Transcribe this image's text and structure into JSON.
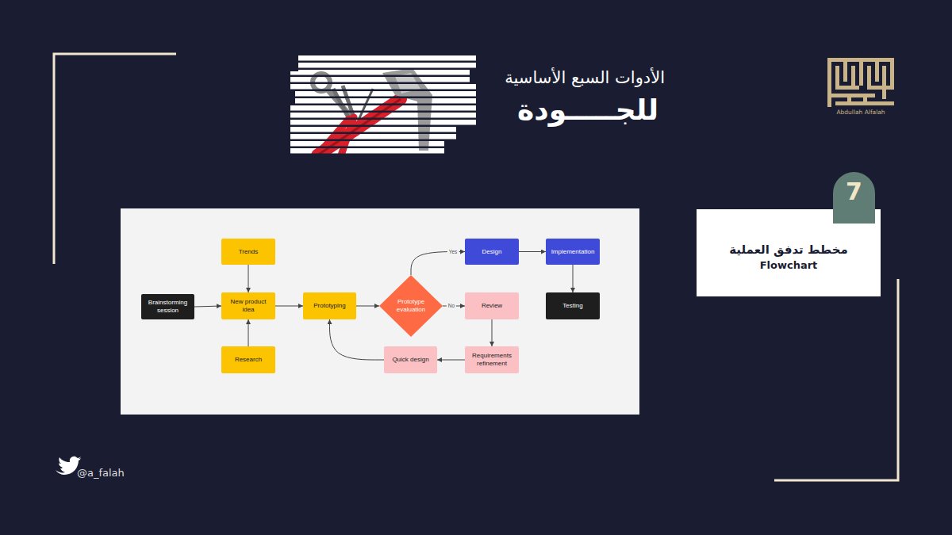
{
  "diagram": {
    "title": "الأدوات السبع الأساسية",
    "nodes": [
      {
        "text": [
          "Trends"
        ]
      },
      {
        "text": [
          "Brainstorming session"
        ]
      },
      {
        "text": [
          "New product idea"
        ]
      },
      {
        "text": [
          "Research"
        ]
      },
      {
        "text": [
          "Prototyping"
        ]
      },
      {
        "text": [
          "Prototype evaluation"
        ]
      },
      {
        "text": [
          "Design"
        ]
      },
      {
        "text": [
          "Implementation"
        ]
      },
      {
        "text": [
          "Testing"
        ]
      },
      {
        "text": [
          "Review"
        ]
      },
      {
        "text": [
          "Requirements refinement"
        ]
      },
      {
        "text": [
          "Quick design"
        ]
      },
      {
        "text": [
          "7"
        ]
      },
      {
        "text": [
          "مخطط تدفق العملية",
          "Flowchart"
        ]
      }
    ],
    "edges": [
      {
        "from": 1,
        "to": 2,
        "arrow": "to"
      },
      {
        "from": 0,
        "to": 2,
        "arrow": "to"
      },
      {
        "from": 3,
        "to": 2,
        "arrow": "to"
      },
      {
        "from": 2,
        "to": 4,
        "arrow": "to"
      },
      {
        "from": 4,
        "to": 5,
        "arrow": "to"
      },
      {
        "from": 5,
        "to": 6,
        "label": "Yes",
        "arrow": "to"
      },
      {
        "from": 5,
        "to": 9,
        "label": "No",
        "arrow": "to"
      },
      {
        "from": 6,
        "to": 7,
        "arrow": "to"
      },
      {
        "from": 7,
        "to": 8,
        "arrow": "to"
      },
      {
        "from": 9,
        "to": 10,
        "arrow": "to"
      },
      {
        "from": 10,
        "to": 11,
        "arrow": "to"
      },
      {
        "from": 11,
        "to": 4,
        "arrow": "to"
      }
    ],
    "labels": [
      "للجـــــودة",
      "Abdullah Alfalah",
      "@a_falah"
    ]
  }
}
